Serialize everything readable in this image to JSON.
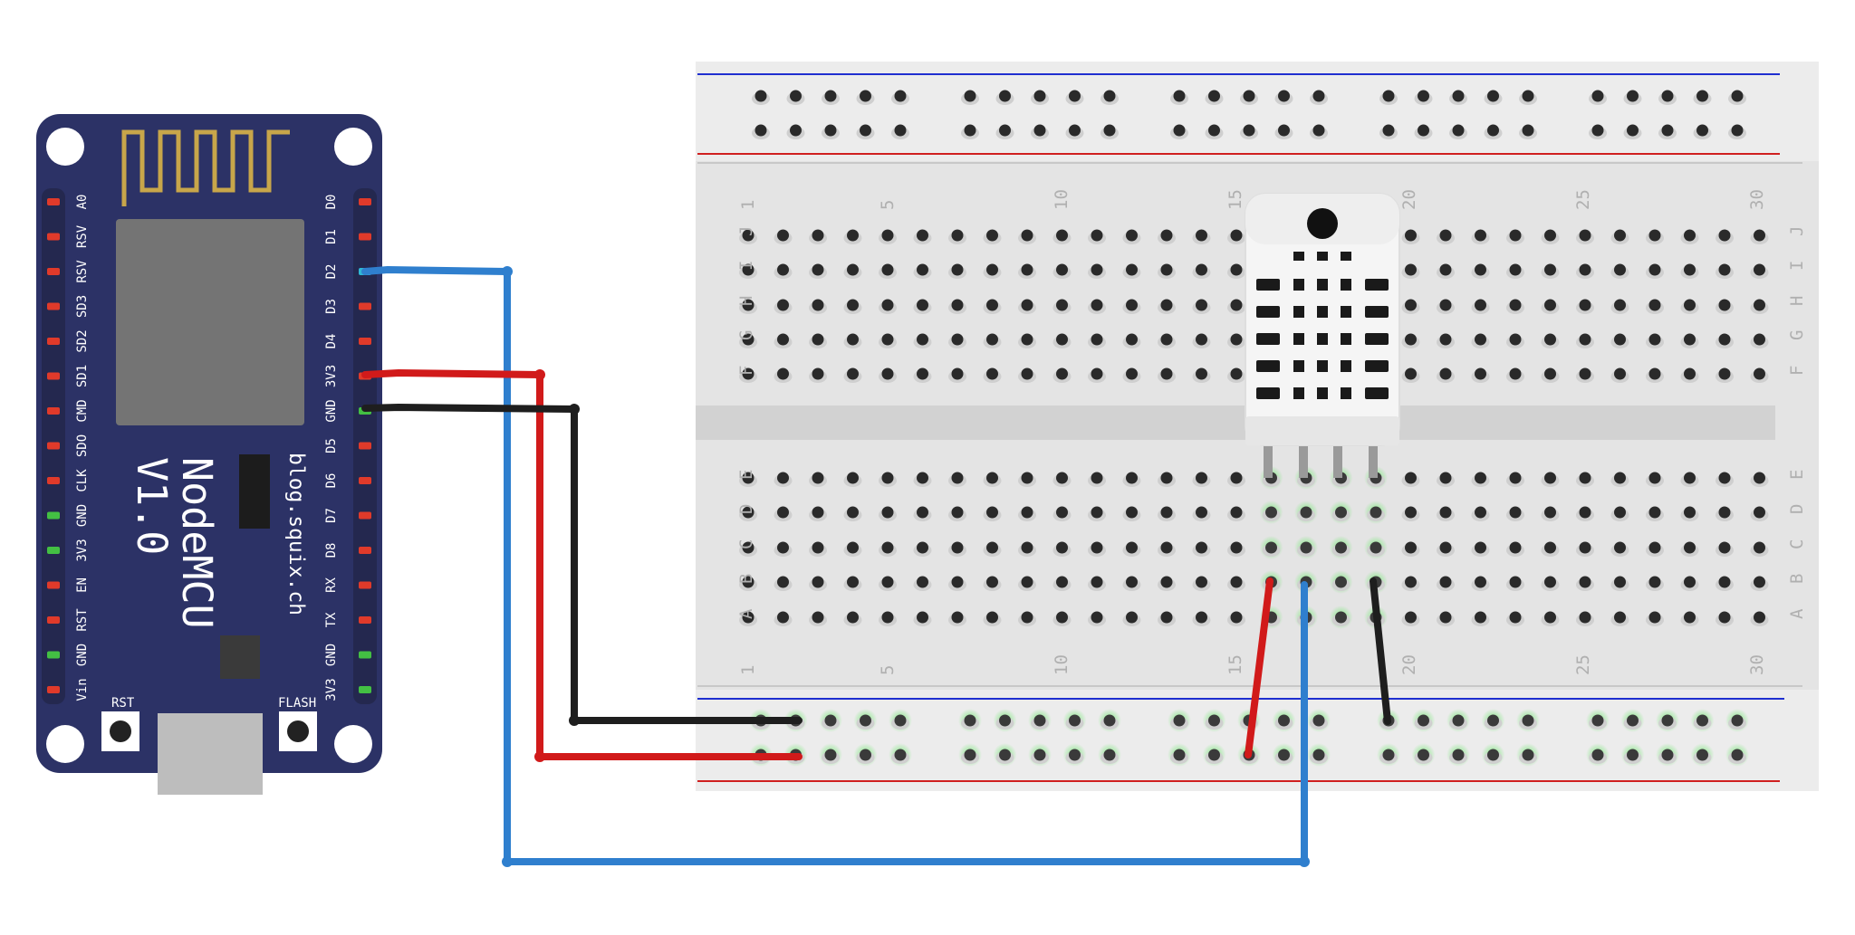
{
  "board": {
    "name_line1": "NodeMCU",
    "name_line2": "V1.0",
    "url": "blog.squix.ch",
    "rst_label": "RST",
    "flash_label": "FLASH",
    "left_pins": [
      "A0",
      "RSV",
      "RSV",
      "SD3",
      "SD2",
      "SD1",
      "CMD",
      "SDO",
      "CLK",
      "GND",
      "3V3",
      "EN",
      "RST",
      "GND",
      "Vin"
    ],
    "right_pins": [
      "D0",
      "D1",
      "D2",
      "D3",
      "D4",
      "3V3",
      "GND",
      "D5",
      "D6",
      "D7",
      "D8",
      "RX",
      "TX",
      "GND",
      "3V3"
    ]
  },
  "breadboard": {
    "top_numbers": [
      "1",
      "5",
      "10",
      "15",
      "20",
      "25",
      "30"
    ],
    "bottom_numbers": [
      "1",
      "5",
      "10",
      "15",
      "20",
      "25",
      "30"
    ],
    "upper_rows": [
      "J",
      "I",
      "H",
      "G",
      "F"
    ],
    "lower_rows": [
      "E",
      "D",
      "C",
      "B",
      "A"
    ]
  },
  "wire_colors": {
    "data": "#2f7fce",
    "power": "#d11a1a",
    "ground": "#1e1e1e"
  }
}
